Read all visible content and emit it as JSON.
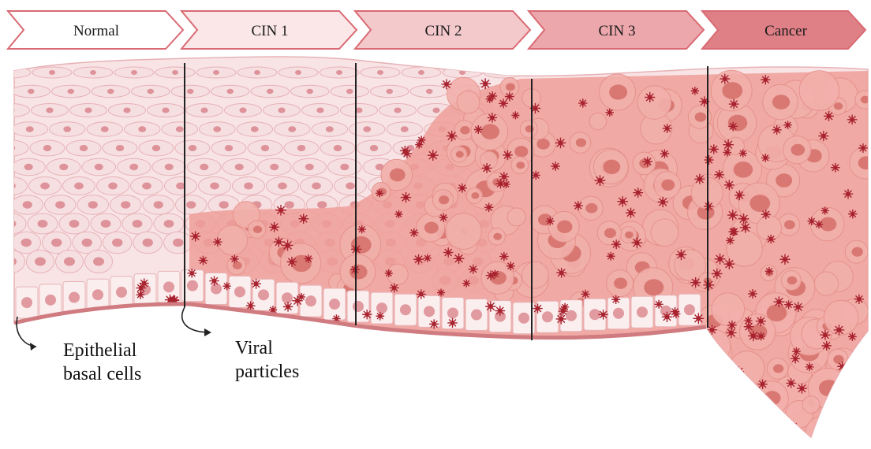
{
  "stages": [
    {
      "label": "Normal",
      "fill": "#ffffff"
    },
    {
      "label": "CIN 1",
      "fill": "#fbe7e8"
    },
    {
      "label": "CIN 2",
      "fill": "#f4c9cc"
    },
    {
      "label": "CIN 3",
      "fill": "#eca7ac"
    },
    {
      "label": "Cancer",
      "fill": "#df7f86"
    }
  ],
  "annotations": {
    "basal_line1": "Epithelial",
    "basal_line2": "basal cells",
    "viral_line1": "Viral",
    "viral_line2": "particles"
  },
  "colors": {
    "chevron_stroke": "#d96a73",
    "normal_cell": "#f6dfe1",
    "cell_outline": "#e7b2b6",
    "nucleus": "#d9858c",
    "lesion": "#ee9f99",
    "lesion_nucleus": "#d0665f",
    "virus": "#a8232f",
    "basement": "#cf7b80",
    "divider": "#222222"
  }
}
